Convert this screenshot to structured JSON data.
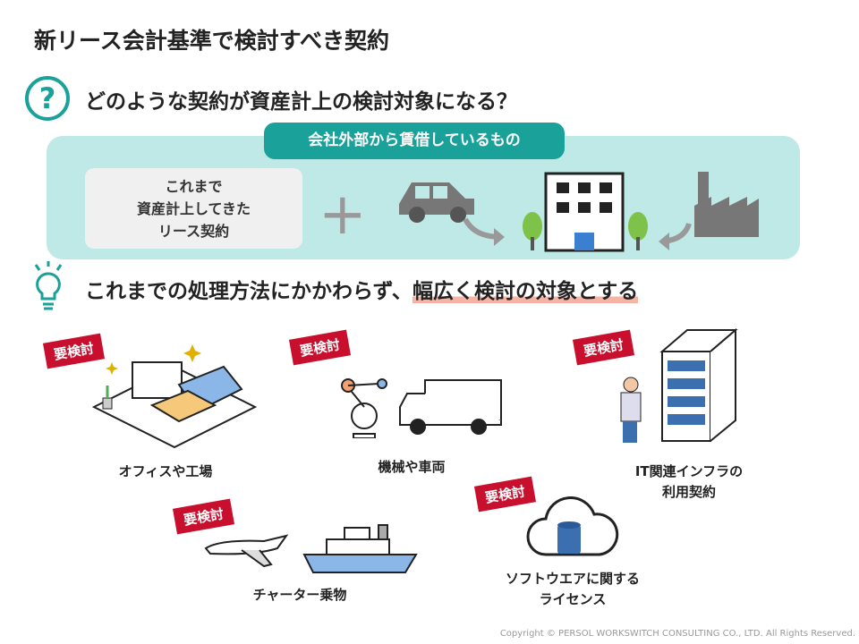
{
  "title": "新リース会計基準で検討すべき契約",
  "question": "どのような契約が資産計上の検討対象になる？",
  "question_icon": "?",
  "pill": "会社外部から賃借しているもの",
  "existing": [
    "これまで",
    "資産計上してきた",
    "リース契約"
  ],
  "plus": "+",
  "tip": {
    "lead": "これまでの処理方法にかかわらず、",
    "highlight": "幅広く検討の対象とする"
  },
  "tag": "要検討",
  "items": [
    {
      "label": [
        "オフィスや工場"
      ]
    },
    {
      "label": [
        "機械や車両"
      ]
    },
    {
      "label": [
        "IT関連インフラの",
        "利用契約"
      ]
    },
    {
      "label": [
        "チャーター乗物"
      ]
    },
    {
      "label": [
        "ソフトウエアに関する",
        "ライセンス"
      ]
    }
  ],
  "copyright": "Copyright © PERSOL WORKSWITCH CONSULTING CO., LTD. All Rights Reserved.",
  "colors": {
    "teal": "#1aa19a",
    "light_teal": "#bfe9e6",
    "red": "#c8102e"
  }
}
